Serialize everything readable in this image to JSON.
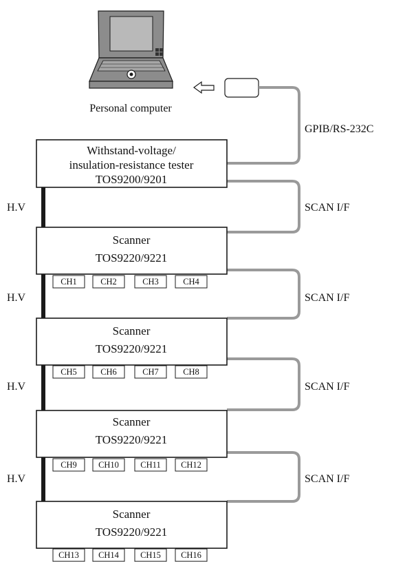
{
  "computer": {
    "label": "Personal computer"
  },
  "interface_label": "GPIB/RS-232C",
  "tester": {
    "lines": [
      "Withstand-voltage/",
      "insulation-resistance tester",
      "TOS9200/9201"
    ]
  },
  "scanners": [
    {
      "title": "Scanner",
      "model": "TOS9220/9221",
      "channels": [
        "CH1",
        "CH2",
        "CH3",
        "CH4"
      ]
    },
    {
      "title": "Scanner",
      "model": "TOS9220/9221",
      "channels": [
        "CH5",
        "CH6",
        "CH7",
        "CH8"
      ]
    },
    {
      "title": "Scanner",
      "model": "TOS9220/9221",
      "channels": [
        "CH9",
        "CH10",
        "CH11",
        "CH12"
      ]
    },
    {
      "title": "Scanner",
      "model": "TOS9220/9221",
      "channels": [
        "CH13",
        "CH14",
        "CH15",
        "CH16"
      ]
    }
  ],
  "hv_labels": [
    "H.V",
    "H.V",
    "H.V",
    "H.V"
  ],
  "scan_labels": [
    "SCAN I/F",
    "SCAN I/F",
    "SCAN I/F",
    "SCAN I/F"
  ],
  "colors": {
    "cable": "#9a9a9a",
    "hv_bar": "#1a1a1a",
    "laptop_body": "#8c8c8c",
    "laptop_screen": "#b9b9b9"
  }
}
